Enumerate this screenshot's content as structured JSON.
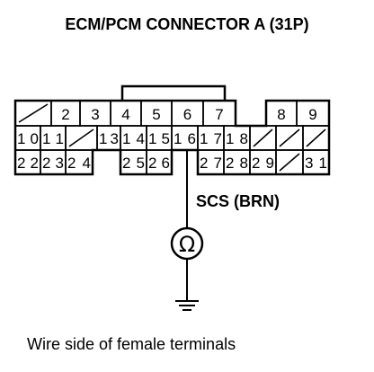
{
  "title": "ECM/PCM CONNECTOR A (31P)",
  "signal_label": "SCS (BRN)",
  "caption": "Wire side of female terminals",
  "meter_symbol": "Ω",
  "pins": {
    "row1": [
      "",
      "2",
      "3",
      "4",
      "5",
      "6",
      "7",
      "",
      "8",
      "9"
    ],
    "row2": [
      "10",
      "11",
      "",
      "13",
      "14",
      "15",
      "16",
      "17",
      "18",
      "",
      "",
      ""
    ],
    "row3": [
      "22",
      "23",
      "24",
      "25",
      "26",
      "27",
      "28",
      "29",
      "",
      "31"
    ]
  }
}
